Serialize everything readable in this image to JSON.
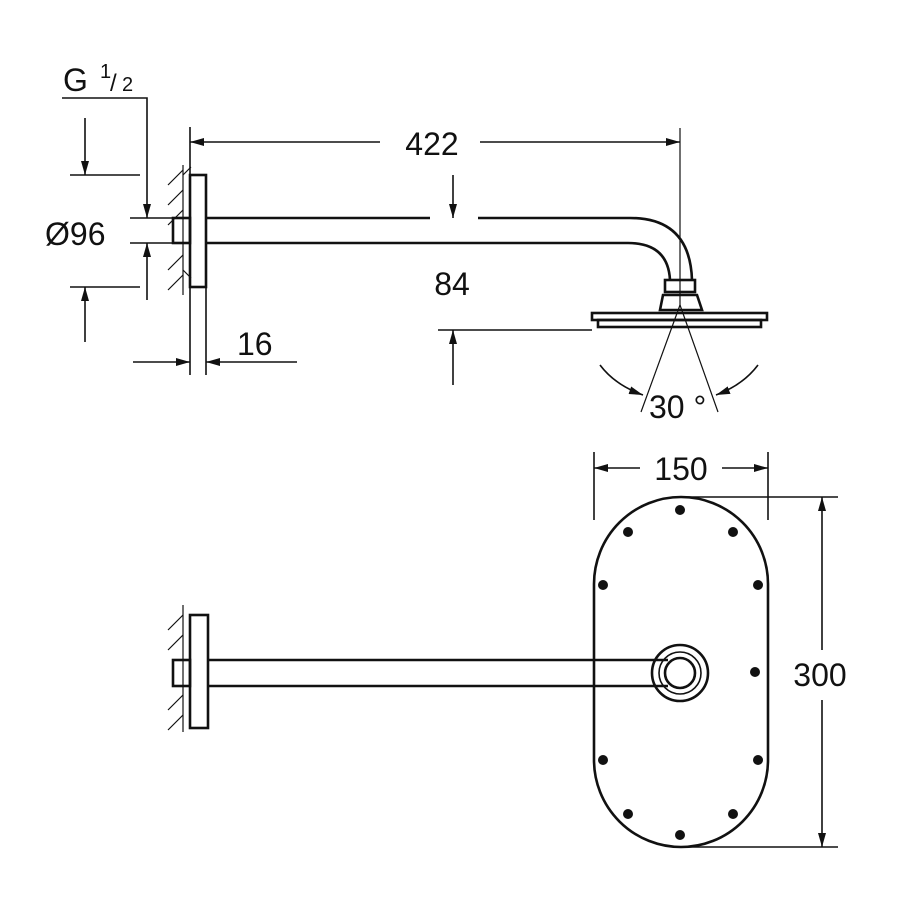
{
  "drawing": {
    "side_view": {
      "thread_label": "G",
      "thread_fraction_num": "1",
      "thread_fraction_den": "2",
      "flange_diameter": "Ø96",
      "arm_length": "422",
      "drop_height": "84",
      "flange_depth": "16",
      "spray_angle": "30 °"
    },
    "top_view": {
      "head_width": "150",
      "head_length": "300"
    },
    "colors": {
      "line": "#111111",
      "background": "#ffffff"
    }
  }
}
